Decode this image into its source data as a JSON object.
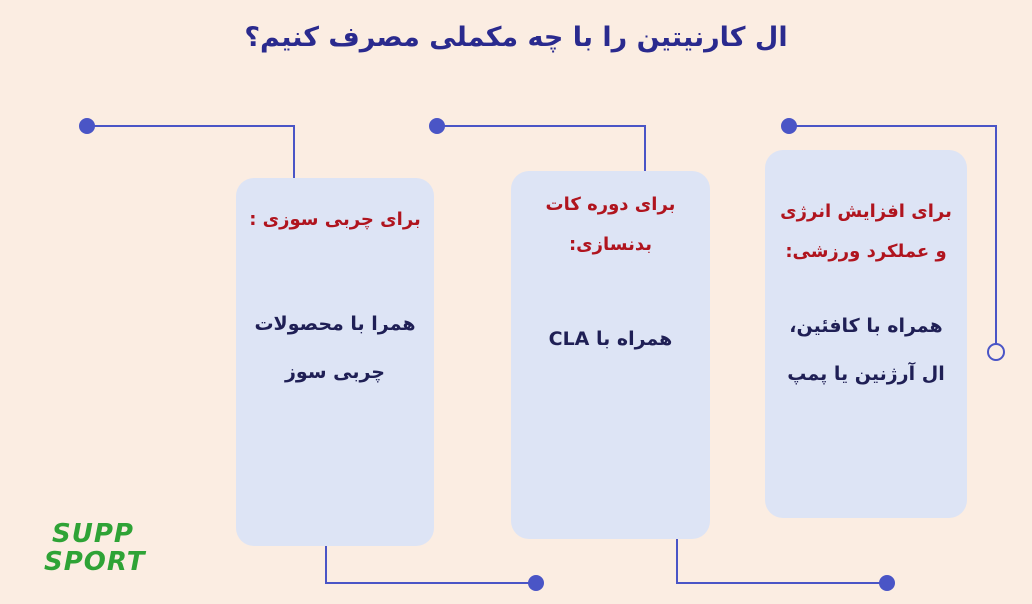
{
  "title": "ال کارنیتین را با چه مکملی مصرف کنیم؟",
  "cards": [
    {
      "heading": "برای افزایش انرژی و عملکرد ورزشی:",
      "body": "همراه با کافئین، ال آرژنین یا پمپ"
    },
    {
      "heading": "برای دوره کات بدنسازی:",
      "body": "همراه با  CLA"
    },
    {
      "heading": "برای چربی سوزی :",
      "body": "همرا با محصولات چربی سوز"
    }
  ],
  "logo": {
    "line1": "SUPP",
    "line2": "SPORT"
  },
  "colors": {
    "background": "#FBEDE2",
    "card": "#DDE4F5",
    "heading": "#B0141E",
    "body": "#1F1F55",
    "title": "#2A2A8E",
    "connector": "#4A55C6",
    "logo": "#2EA336"
  }
}
